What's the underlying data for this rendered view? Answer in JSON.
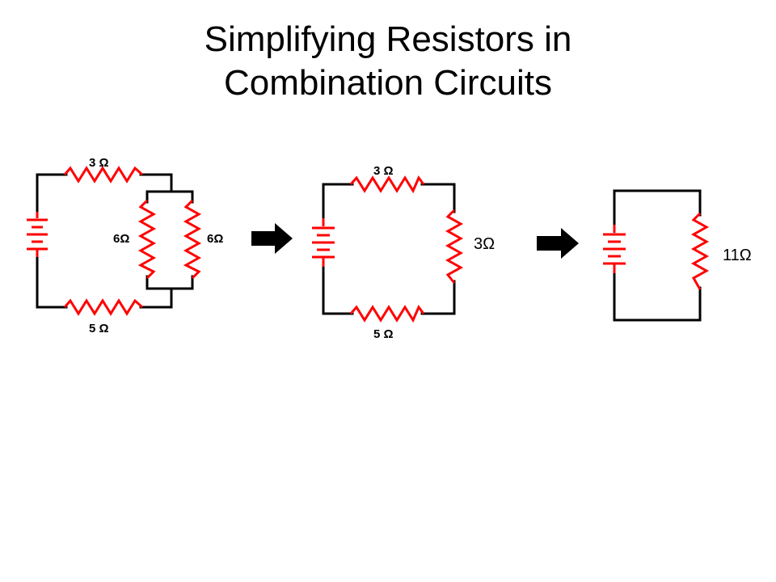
{
  "title": {
    "line1": "Simplifying Resistors in",
    "line2": "Combination Circuits"
  },
  "circuits": [
    {
      "id": "original",
      "resistors": [
        {
          "label": "3 Ω",
          "ohms": 3,
          "position": "top"
        },
        {
          "label": "6Ω",
          "ohms": 6,
          "position": "parallel-left"
        },
        {
          "label": "6Ω",
          "ohms": 6,
          "position": "parallel-right"
        },
        {
          "label": "5 Ω",
          "ohms": 5,
          "position": "bottom"
        }
      ]
    },
    {
      "id": "intermediate",
      "resistors": [
        {
          "label": "3 Ω",
          "ohms": 3,
          "position": "top"
        },
        {
          "label": "3Ω",
          "ohms": 3,
          "position": "right"
        },
        {
          "label": "5 Ω",
          "ohms": 5,
          "position": "bottom"
        }
      ]
    },
    {
      "id": "equivalent",
      "resistors": [
        {
          "label": "11Ω",
          "ohms": 11,
          "position": "right"
        }
      ]
    }
  ],
  "colors": {
    "resistor": "#ff0000",
    "battery": "#ff0000",
    "wire": "#000000",
    "arrow": "#000000"
  }
}
